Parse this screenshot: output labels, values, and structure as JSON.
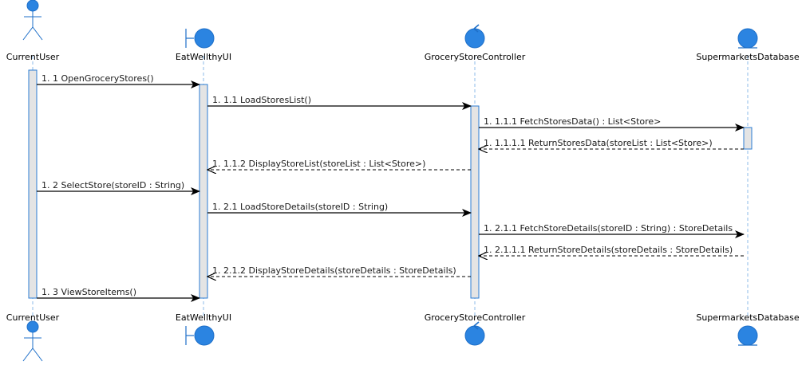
{
  "diagram": {
    "type": "sequence",
    "participants": [
      {
        "id": "user",
        "name": "CurrentUser",
        "kind": "actor"
      },
      {
        "id": "ui",
        "name": "EatWellthyUI",
        "kind": "boundary"
      },
      {
        "id": "ctrl",
        "name": "GroceryStoreController",
        "kind": "control"
      },
      {
        "id": "db",
        "name": "SupermarketsDatabase",
        "kind": "entity"
      }
    ],
    "messages": [
      {
        "from": "user",
        "to": "ui",
        "label": "1. 1 OpenGroceryStores()",
        "type": "sync"
      },
      {
        "from": "ui",
        "to": "ctrl",
        "label": "1. 1.1 LoadStoresList()",
        "type": "sync"
      },
      {
        "from": "ctrl",
        "to": "db",
        "label": "1. 1.1.1 FetchStoresData() : List<Store>",
        "type": "sync"
      },
      {
        "from": "db",
        "to": "ctrl",
        "label": "1. 1.1.1.1 ReturnStoresData(storeList : List<Store>)",
        "type": "return"
      },
      {
        "from": "ctrl",
        "to": "ui",
        "label": "1. 1.1.2 DisplayStoreList(storeList : List<Store>)",
        "type": "return"
      },
      {
        "from": "user",
        "to": "ui",
        "label": "1. 2 SelectStore(storeID : String)",
        "type": "sync"
      },
      {
        "from": "ui",
        "to": "ctrl",
        "label": "1. 2.1 LoadStoreDetails(storeID : String)",
        "type": "sync"
      },
      {
        "from": "ctrl",
        "to": "db",
        "label": "1. 2.1.1 FetchStoreDetails(storeID : String) : StoreDetails",
        "type": "sync"
      },
      {
        "from": "db",
        "to": "ctrl",
        "label": "1. 2.1.1.1 ReturnStoreDetails(storeDetails : StoreDetails)",
        "type": "return"
      },
      {
        "from": "ctrl",
        "to": "ui",
        "label": "1. 2.1.2 DisplayStoreDetails(storeDetails : StoreDetails)",
        "type": "return"
      },
      {
        "from": "user",
        "to": "ui",
        "label": "1. 3 ViewStoreItems()",
        "type": "sync"
      }
    ],
    "colors": {
      "icon_fill": "#2B84E1",
      "icon_stroke": "#1E6FC8",
      "lifeline": "#8DBBE8",
      "activation_fill": "#E4E4E4",
      "activation_stroke": "#2B7CD3",
      "arrow": "#000000",
      "text": "#000000"
    }
  }
}
